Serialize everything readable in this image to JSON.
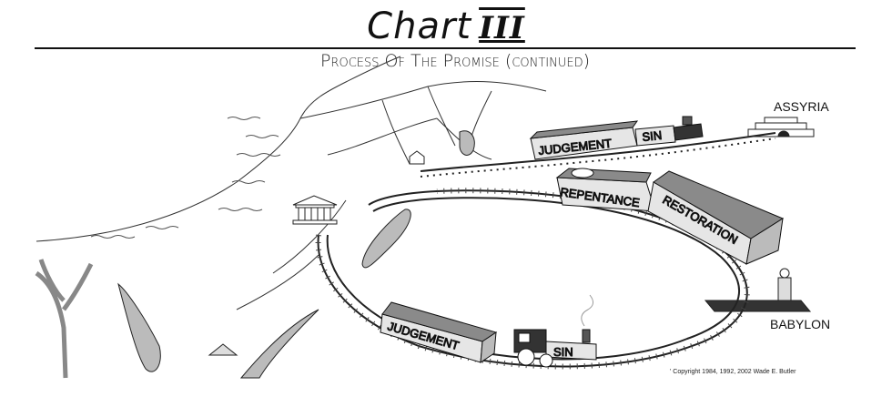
{
  "header": {
    "title": "Chart",
    "numeral": "III",
    "subtitle": "Process Of The Promise (continued)"
  },
  "places": {
    "assyria": "ASSYRIA",
    "babylon": "BABYLON"
  },
  "train_cars": {
    "upper_judgement": "JUDGEMENT",
    "upper_sin": "SIN",
    "repentance": "REPENTANCE",
    "restoration": "RESTORATION",
    "lower_judgement": "JUDGEMENT",
    "lower_sin": "SIN"
  },
  "footer": {
    "copyright": "' Copyright 1984, 1992, 2002    Wade E. Butler"
  },
  "colors": {
    "ink": "#111111",
    "car_side": "#e6e6e6",
    "car_dark": "#8a8a8a",
    "sea": "#bdbdbd"
  }
}
